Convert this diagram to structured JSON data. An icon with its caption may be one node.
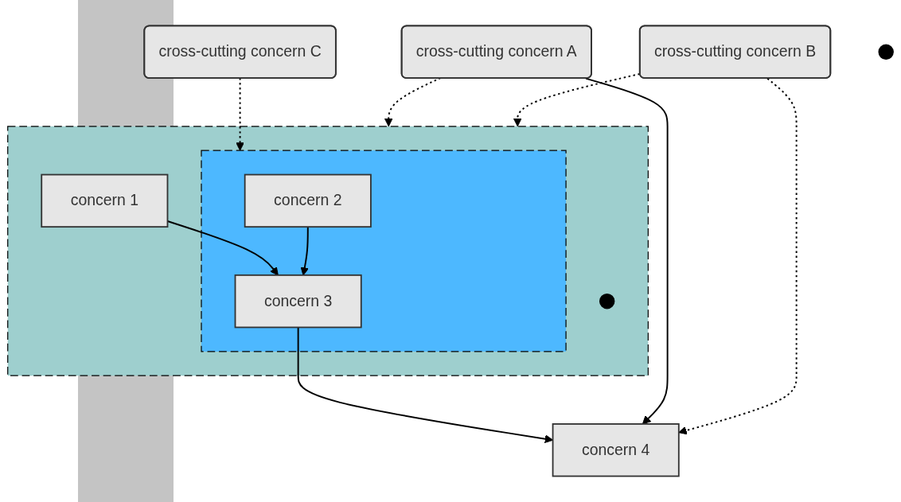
{
  "diagram": {
    "nodes": [
      {
        "text": [
          "cross-cutting concern C"
        ]
      },
      {
        "text": [
          "cross-cutting concern A"
        ]
      },
      {
        "text": [],
        "shape": "cloud"
      },
      {
        "text": [],
        "shape": "circle",
        "in": 2
      },
      {
        "text": [
          "concern 1"
        ],
        "in": 2
      },
      {
        "text": [],
        "shape": "cloud",
        "in": 2
      },
      {
        "text": [
          "concern 2"
        ],
        "in": 5
      },
      {
        "text": [
          "concern 3"
        ],
        "in": 5
      },
      {
        "text": [
          "cross-cutting concern B"
        ]
      },
      {
        "text": [],
        "shape": "circle"
      },
      {
        "text": [
          "concern 4"
        ]
      }
    ],
    "edges": [
      {
        "from": 0,
        "to": 5,
        "arrow": "to",
        "style": "dashed"
      },
      {
        "from": 1,
        "to": 2,
        "arrow": "to",
        "style": "dashed"
      },
      {
        "from": 4,
        "to": 7,
        "arrow": "to"
      },
      {
        "from": 6,
        "to": 7,
        "arrow": "to"
      },
      {
        "from": 8,
        "to": 2,
        "arrow": "to",
        "style": "dashed"
      },
      {
        "from": 7,
        "to": 10,
        "arrow": "to"
      },
      {
        "from": 1,
        "to": 10,
        "arrow": "to"
      },
      {
        "from": 8,
        "to": 10,
        "arrow": "to",
        "style": "dashed"
      }
    ]
  }
}
